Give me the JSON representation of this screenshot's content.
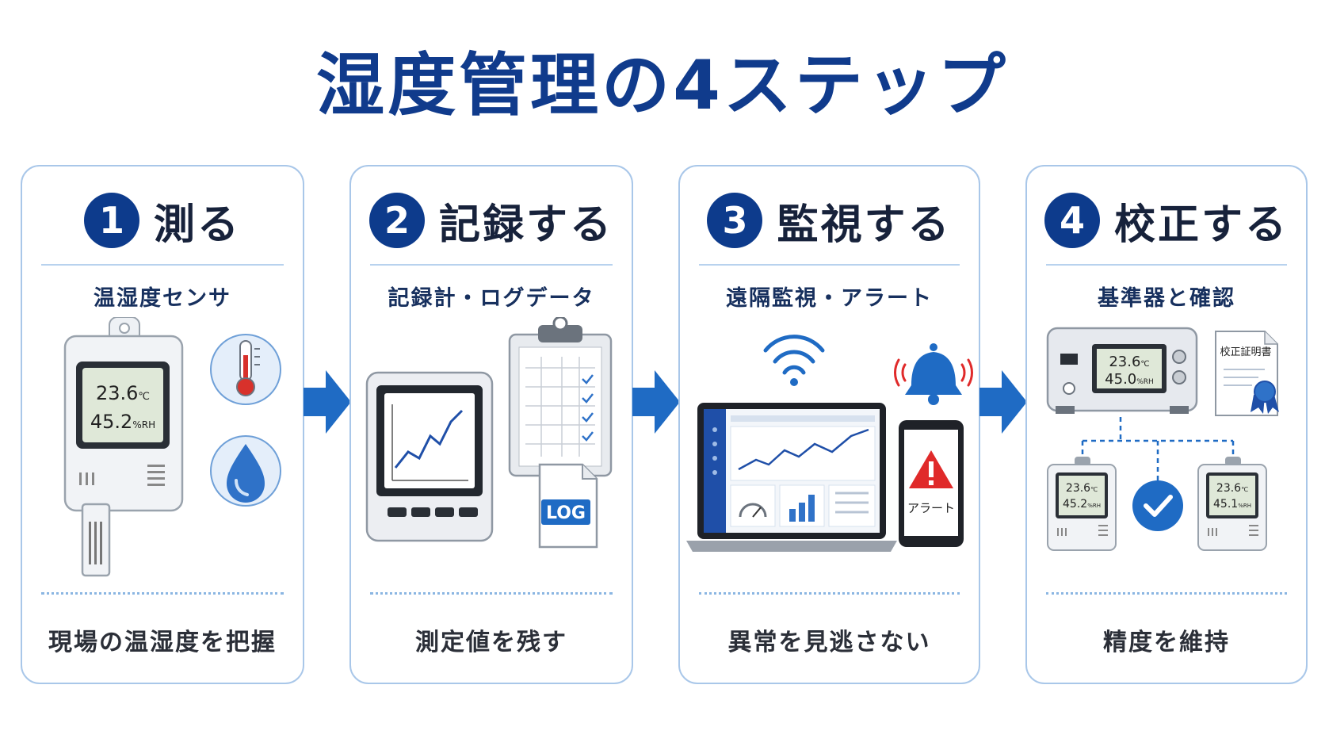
{
  "title": "湿度管理の4ステップ",
  "steps": [
    {
      "number": "1",
      "title": "測る",
      "subtitle": "温湿度センサ",
      "footer": "現場の温湿度を把握",
      "device_reading": {
        "temperature": "23.6",
        "temp_unit": "℃",
        "humidity": "45.2",
        "hum_unit": "%RH"
      }
    },
    {
      "number": "2",
      "title": "記録する",
      "subtitle": "記録計・ログデータ",
      "footer": "測定値を残す",
      "file_label": "LOG"
    },
    {
      "number": "3",
      "title": "監視する",
      "subtitle": "遠隔監視・アラート",
      "footer": "異常を見逃さない",
      "alert_label": "アラート"
    },
    {
      "number": "4",
      "title": "校正する",
      "subtitle": "基準器と確認",
      "footer": "精度を維持",
      "certificate_label": "校正証明書",
      "reference_reading": {
        "temperature": "23.6",
        "temp_unit": "℃",
        "humidity": "45.0",
        "hum_unit": "%RH"
      },
      "sensor_a_reading": {
        "temperature": "23.6",
        "temp_unit": "℃",
        "humidity": "45.2",
        "hum_unit": "%RH"
      },
      "sensor_b_reading": {
        "temperature": "23.6",
        "temp_unit": "℃",
        "humidity": "45.1",
        "hum_unit": "%RH"
      }
    }
  ],
  "colors": {
    "primary": "#0d3b8c",
    "accent": "#1f6bc4",
    "card_border": "#a9c7e9",
    "alert": "#e02a2a"
  },
  "icons": [
    "thermometer-icon",
    "water-drop-icon",
    "wifi-icon",
    "bell-icon",
    "alert-icon",
    "check-icon",
    "certificate-ribbon-icon"
  ]
}
